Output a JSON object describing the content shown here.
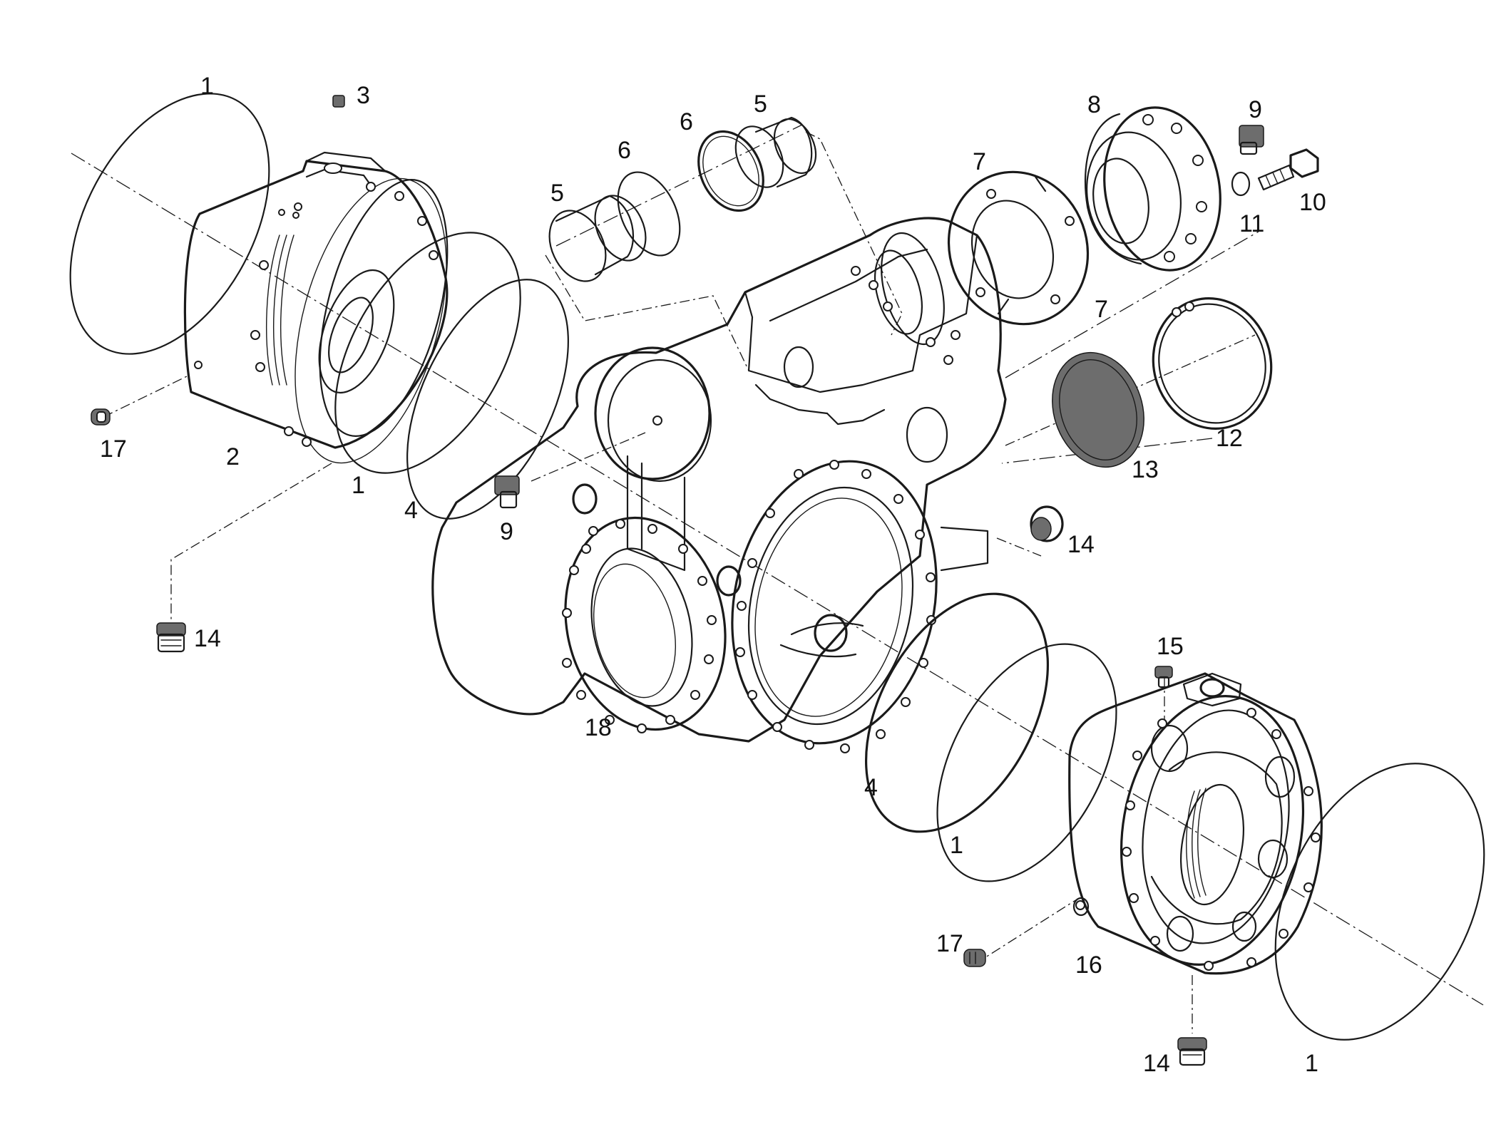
{
  "callouts": [
    {
      "id": "c1a",
      "text": "1"
    },
    {
      "id": "c3",
      "text": "3"
    },
    {
      "id": "c5a",
      "text": "5"
    },
    {
      "id": "c6a",
      "text": "6"
    },
    {
      "id": "c6b",
      "text": "6"
    },
    {
      "id": "c5b",
      "text": "5"
    },
    {
      "id": "c8",
      "text": "8"
    },
    {
      "id": "c9a",
      "text": "9"
    },
    {
      "id": "c10",
      "text": "10"
    },
    {
      "id": "c11",
      "text": "11"
    },
    {
      "id": "c7a",
      "text": "7"
    },
    {
      "id": "c7b",
      "text": "7"
    },
    {
      "id": "c12",
      "text": "12"
    },
    {
      "id": "c13",
      "text": "13"
    },
    {
      "id": "c17a",
      "text": "17"
    },
    {
      "id": "c2",
      "text": "2"
    },
    {
      "id": "c1b",
      "text": "1"
    },
    {
      "id": "c4a",
      "text": "4"
    },
    {
      "id": "c9b",
      "text": "9"
    },
    {
      "id": "c14a",
      "text": "14"
    },
    {
      "id": "c14b",
      "text": "14"
    },
    {
      "id": "c15",
      "text": "15"
    },
    {
      "id": "c18",
      "text": "18"
    },
    {
      "id": "c4b",
      "text": "4"
    },
    {
      "id": "c1c",
      "text": "1"
    },
    {
      "id": "c17b",
      "text": "17"
    },
    {
      "id": "c16",
      "text": "16"
    },
    {
      "id": "c14c",
      "text": "14"
    },
    {
      "id": "c1d",
      "text": "1"
    }
  ]
}
